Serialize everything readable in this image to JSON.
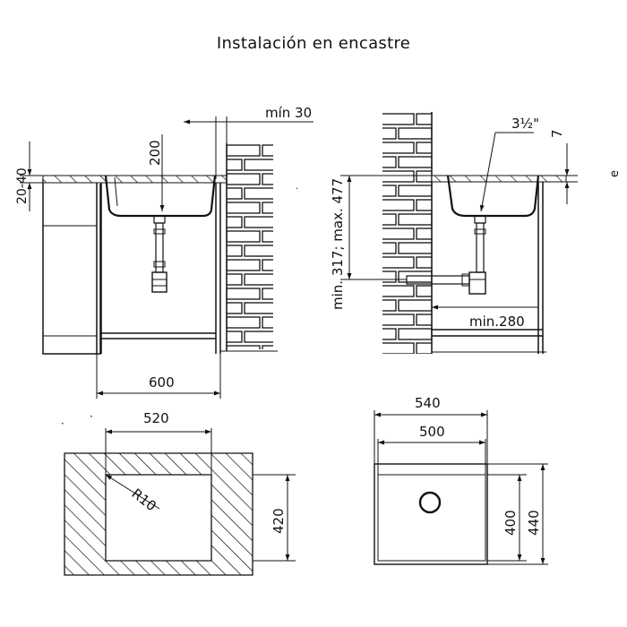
{
  "title": "Instalación en encastre",
  "dims": {
    "min_30": "mín 30",
    "d200": "200",
    "d20_40": "20-40",
    "d600": "600",
    "min317_max477": "min. 317; max. 477",
    "thread": "3½\"",
    "d7": "7",
    "min280": "min.280",
    "e_mark": "e",
    "d520": "520",
    "r10": "R10",
    "d420": "420",
    "d540": "540",
    "d500": "500",
    "d400": "400",
    "d440": "440"
  }
}
